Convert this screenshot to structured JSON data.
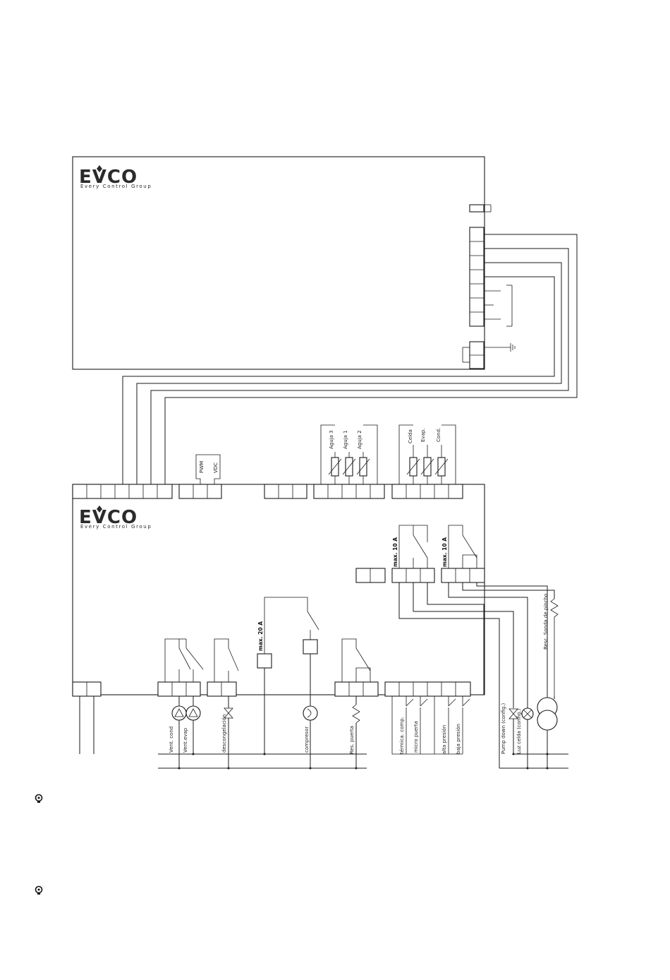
{
  "brand": {
    "name": "EVCO",
    "tagline": "Every Control Group"
  },
  "labels": {
    "pwm": "PWM",
    "vdc": "VDC",
    "aguja3": "Aguja 3",
    "aguja1": "Aguja 1",
    "aguja2": "Aguja 2",
    "celda": "Celda",
    "evap": "Evap.",
    "cond": "Cond.",
    "max10a_1": "max. 10 A",
    "max10a_2": "max. 10 A",
    "max20a": "max. 20 A",
    "vent_cond": "Vent. cond",
    "vent_evap": "Vent.evap",
    "descongelacion": "descongelación",
    "compresor": "compresor",
    "res_puerta": "Res. puerta",
    "termica_comp": "térmica. comp.",
    "micro_puerta": "micro puerta",
    "alta_presion": "alta presión",
    "baja_presion": "baja presión",
    "pump_down": "Pump down (config.)",
    "luz_celda": "Luz celda (config.)",
    "resc_sonda": "Resc. Sonda de pincho"
  },
  "icons": [
    "lightbulb-tip-icon",
    "lightbulb-tip-icon"
  ]
}
